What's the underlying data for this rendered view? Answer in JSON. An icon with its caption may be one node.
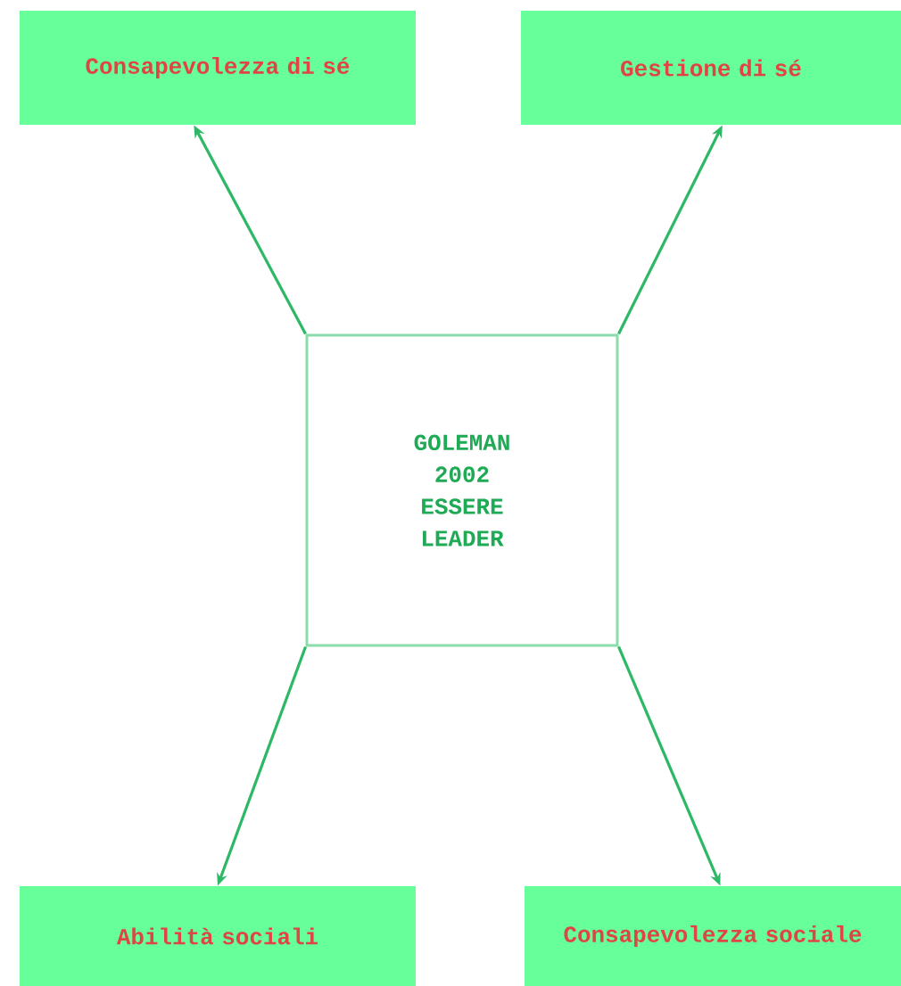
{
  "diagram": {
    "nodes": [
      {
        "text": [
          "Consapevolezza di sé"
        ]
      },
      {
        "text": [
          "Gestione di sé"
        ]
      },
      {
        "text": [
          "GOLEMAN 2002 ESSERE LEADER"
        ]
      },
      {
        "text": [
          "Abilità sociali"
        ]
      },
      {
        "text": [
          "Consapevolezza sociale"
        ]
      }
    ],
    "edges": [
      {
        "from": 2,
        "to": 0,
        "arrow": "to"
      },
      {
        "from": 2,
        "to": 1,
        "arrow": "to"
      },
      {
        "from": 2,
        "to": 3,
        "arrow": "to"
      },
      {
        "from": 2,
        "to": 4,
        "arrow": "to"
      }
    ]
  }
}
